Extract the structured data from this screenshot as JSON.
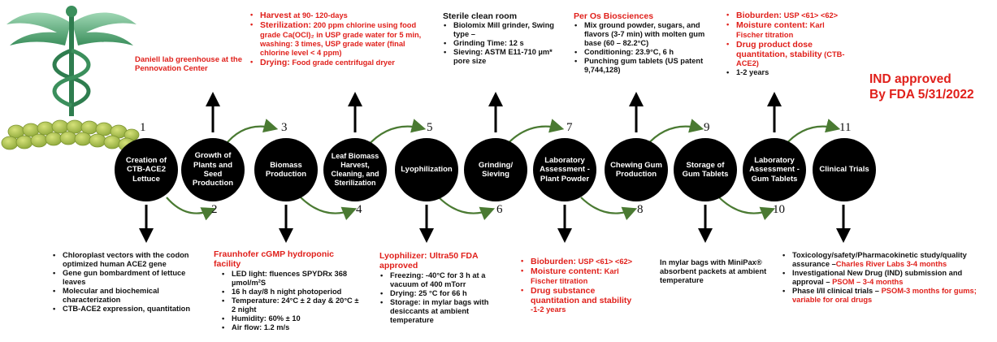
{
  "steps": [
    {
      "number": "1",
      "label": "Creation of CTB-ACE2 Lettuce"
    },
    {
      "number": "",
      "label": "Growth of Plants and Seed Production"
    },
    {
      "number": "3",
      "label": "Biomass Production"
    },
    {
      "number": "",
      "label": "Leaf Biomass Harvest, Cleaning, and Sterilization"
    },
    {
      "number": "5",
      "label": "Lyophilization"
    },
    {
      "number": "",
      "label": "Grinding/ Sieving"
    },
    {
      "number": "7",
      "label": "Laboratory Assessment - Plant Powder"
    },
    {
      "number": "",
      "label": "Chewing Gum Production"
    },
    {
      "number": "9",
      "label": "Storage of Gum Tablets"
    },
    {
      "number": "",
      "label": "Laboratory Assessment - Gum Tablets"
    },
    {
      "number": "11",
      "label": "Clinical Trials"
    }
  ],
  "lower_numbers": [
    "2",
    "4",
    "6",
    "8",
    "10"
  ],
  "lab_caption": "Daniell lab greenhouse at the Pennovation Center",
  "ind_line1": "IND approved",
  "ind_line2": "By FDA 5/31/2022",
  "top_notes": {
    "harvest": {
      "b1_red": "Harvest",
      "b1": " at 90- 120-days",
      "b2_red": "Sterilization:",
      "b2": " 200 ppm chlorine using food grade Ca(OCl)₂ in USP grade water for 5 min, washing: 3 times, USP grade water (final chlorine level < 4 ppm)",
      "b3_red": "Drying:",
      "b3": " Food grade centrifugal dryer"
    },
    "grinding": {
      "title": "Sterile clean room",
      "b1": "Biolomix Mill grinder, Swing type –",
      "b2": "Grinding Time: 12 s",
      "b3": "Sieving: ASTM E11-710 µm* pore size"
    },
    "gum": {
      "title": "Per Os Biosciences",
      "b1": "Mix ground powder, sugars, and flavors (3-7 min) with molten gum base (60 – 82.2°C)",
      "b2": "Conditioning: 23.9°C, 6 h",
      "b3": "Punching gum tablets (US patent 9,744,128)"
    },
    "gum_lab": {
      "b1_red": "Bioburden:",
      "b1": " USP <61> <62>",
      "b2_red": "Moisture content:",
      "b2": " Karl Fischer titration",
      "b3_red": "Drug product dose quantitation, stability",
      "b3": " (CTB-ACE2)",
      "b4": "1-2 years"
    }
  },
  "bottom_notes": {
    "creation": {
      "b1": "Chloroplast vectors with the codon optimized human ACE2 gene",
      "b2": "Gene gun bombardment of lettuce leaves",
      "b3": "Molecular and biochemical characterization",
      "b4": "CTB-ACE2 expression, quantitation"
    },
    "biomass": {
      "title": "Fraunhofer cGMP hydroponic facility",
      "b1": "LED light: fluences SPYDRx 368 µmol/m²S",
      "b2": "16 h day/8 h night photoperiod",
      "b3": "Temperature: 24°C ± 2  day & 20°C ± 2 night",
      "b4": "Humidity: 60% ± 10",
      "b5": "Air flow: 1.2 m/s"
    },
    "lyo": {
      "title": "Lyophilizer: Ultra50 FDA approved",
      "b1": "Freezing: -40°C for 3 h at a vacuum of 400 mTorr",
      "b2": "Drying: 25 °C for 66 h",
      "b3": "Storage: in mylar bags with desiccants  at ambient temperature"
    },
    "plant_lab": {
      "b1_red": "Bioburden:",
      "b1": " USP <61> <62>",
      "b2_red": "Moisture content:",
      "b2": " Karl Fischer titration",
      "b3_red": "Drug substance quantitation and stability",
      "b3": " -1-2 years"
    },
    "storage": {
      "text": "In mylar bags with MiniPax® absorbent packets at ambient temperature"
    },
    "clinical": {
      "b1": "Toxicology/safety/Pharmacokinetic study/quality assurance –",
      "b1_red": "Charles River Labs 3-4 months",
      "b2": "Investigational New Drug (IND) submission and approval – ",
      "b2_red": "PSOM – 3-4 months",
      "b3": "Phase I/II clinical trials – ",
      "b3_red": "PSOM-3 months for gums; variable for oral drugs"
    }
  },
  "colors": {
    "accent_red": "#e0201b",
    "green_arrow": "#4a7a32",
    "circle": "#000000"
  }
}
